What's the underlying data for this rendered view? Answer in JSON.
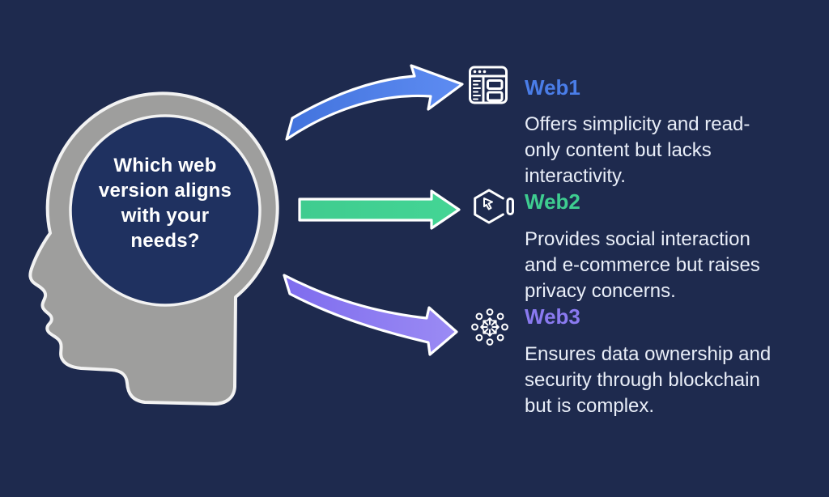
{
  "canvas": {
    "background_color": "#1e2a4e",
    "head_fill_color": "#9e9e9d",
    "brain_fill_color": "#1f3160",
    "outline_color": "#f2f2f2",
    "body_text_color": "#e9eef8"
  },
  "head": {
    "question_lines": [
      "Which web",
      "version aligns",
      "with your",
      "needs?"
    ]
  },
  "entries": [
    {
      "label": "Web1",
      "label_color": "#4a7de8",
      "icon": "browser-window-icon",
      "arrow_color_start": "#4273dd",
      "arrow_color_end": "#5e8cf2",
      "lines": [
        "Offers simplicity and read-",
        "only content but lacks",
        "interactivity."
      ]
    },
    {
      "label": "Web2",
      "label_color": "#3ecd90",
      "icon": "hexagon-click-icon",
      "arrow_color_start": "#3fcc8f",
      "arrow_color_end": "#44d595",
      "lines": [
        "Provides social interaction",
        "and e-commerce but raises",
        "privacy concerns."
      ]
    },
    {
      "label": "Web3",
      "label_color": "#8a7af0",
      "icon": "network-icon",
      "arrow_color_start": "#7e6cee",
      "arrow_color_end": "#9b8bf4",
      "lines": [
        "Ensures data ownership and",
        "security through blockchain",
        "but is complex."
      ]
    }
  ]
}
